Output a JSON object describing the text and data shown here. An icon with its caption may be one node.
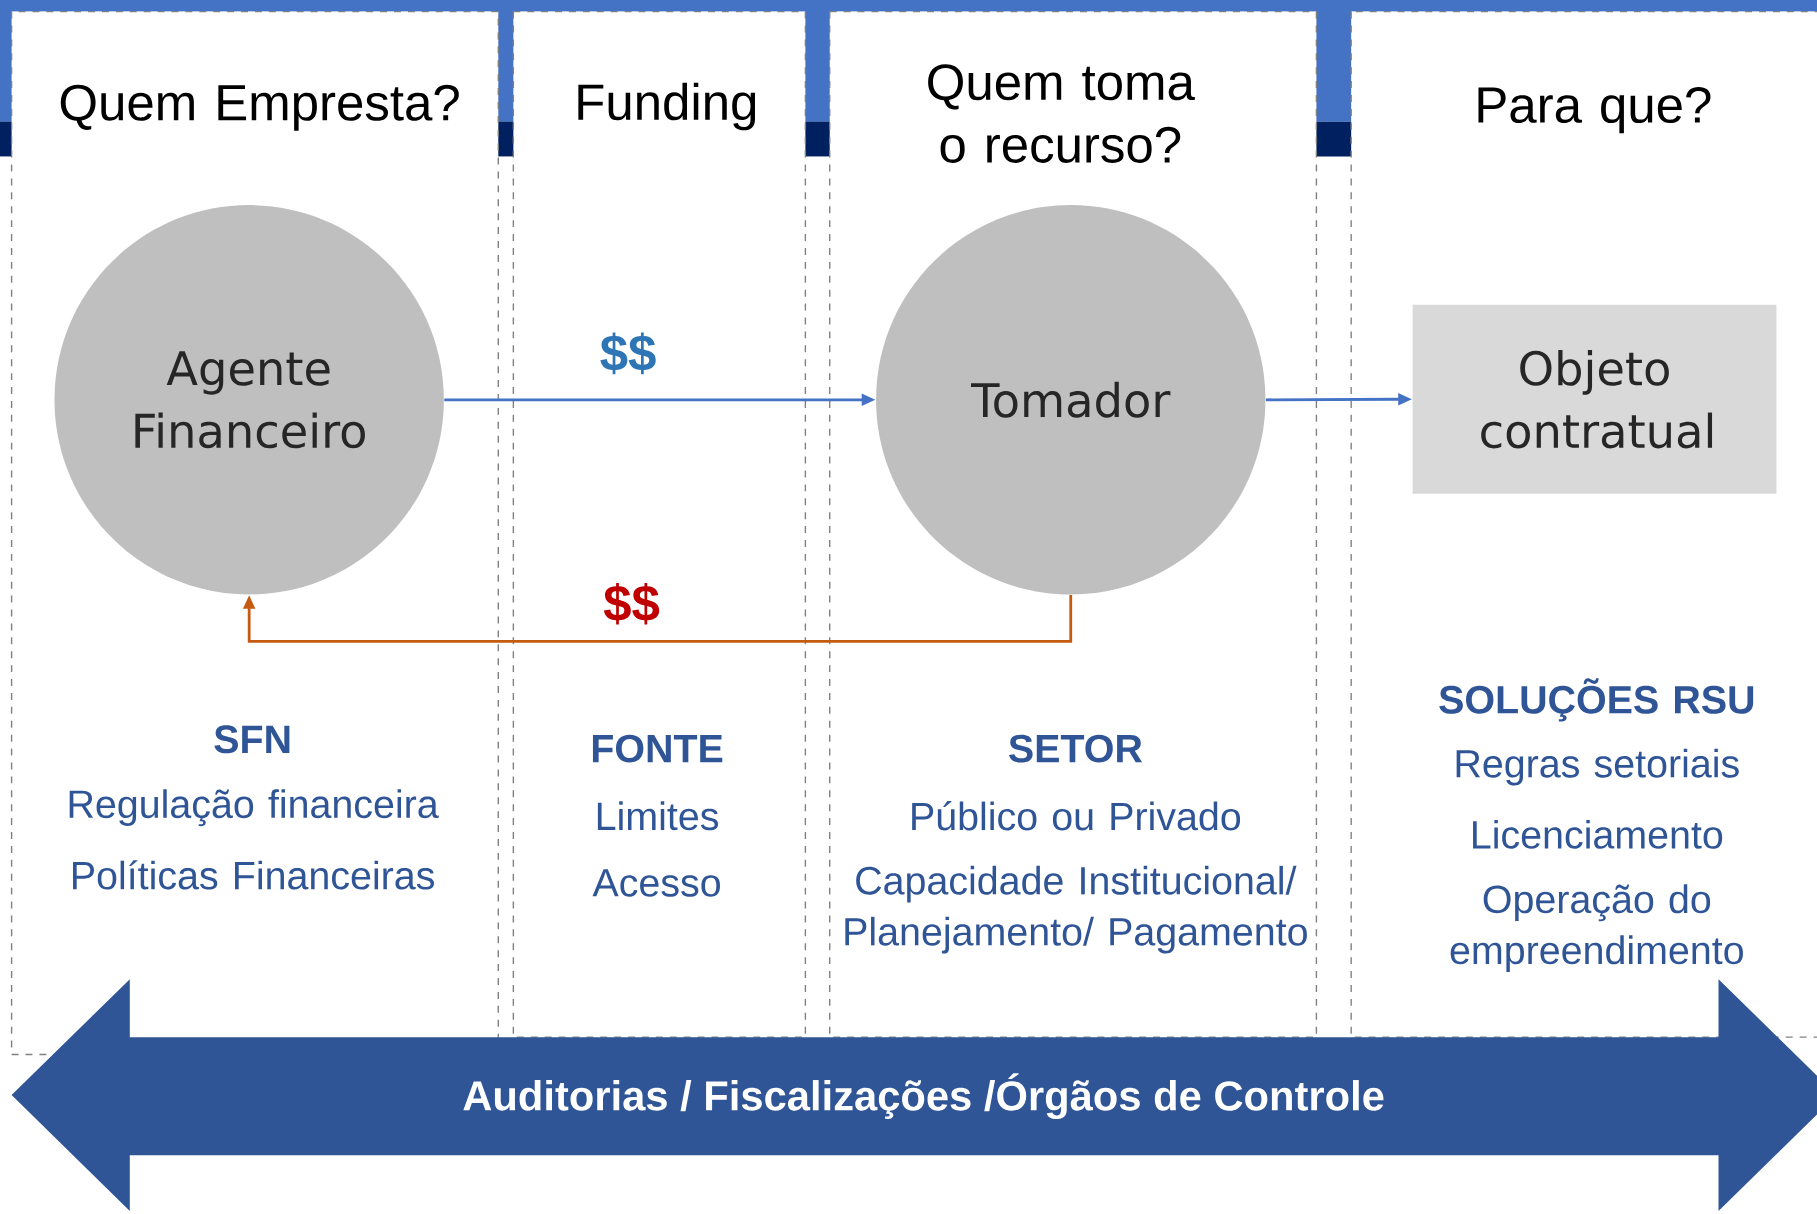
{
  "diagram": {
    "nodes": [
      {
        "text": [
          "Agente Financeiro"
        ]
      },
      {
        "text": [
          "Tomador"
        ]
      },
      {
        "text": [
          "Objeto contratual"
        ]
      },
      {
        "text": [
          "Auditorias / Fiscalizações /Órgãos de Controle"
        ]
      }
    ],
    "edges": [
      {
        "from": 0,
        "to": 1,
        "arrow": "to",
        "label": "$$"
      },
      {
        "from": 1,
        "to": 0,
        "arrow": "to",
        "label": "$$",
        "color": "#c55a11"
      },
      {
        "from": 1,
        "to": 2,
        "arrow": "to"
      }
    ],
    "labels": [
      "Quem Empresta?",
      "Funding",
      "Quem toma o recurso?",
      "Para que?",
      "SFN",
      "Regulação financeira",
      "Políticas Financeiras",
      "FONTE",
      "Limites",
      "Acesso",
      "SETOR",
      "Público ou Privado",
      "Capacidade Institucional/ Planejamento/ Pagamento",
      "SOLUÇÕES RSU",
      "Regras setoriais",
      "Licenciamento",
      "Operação do empreendimento"
    ]
  }
}
